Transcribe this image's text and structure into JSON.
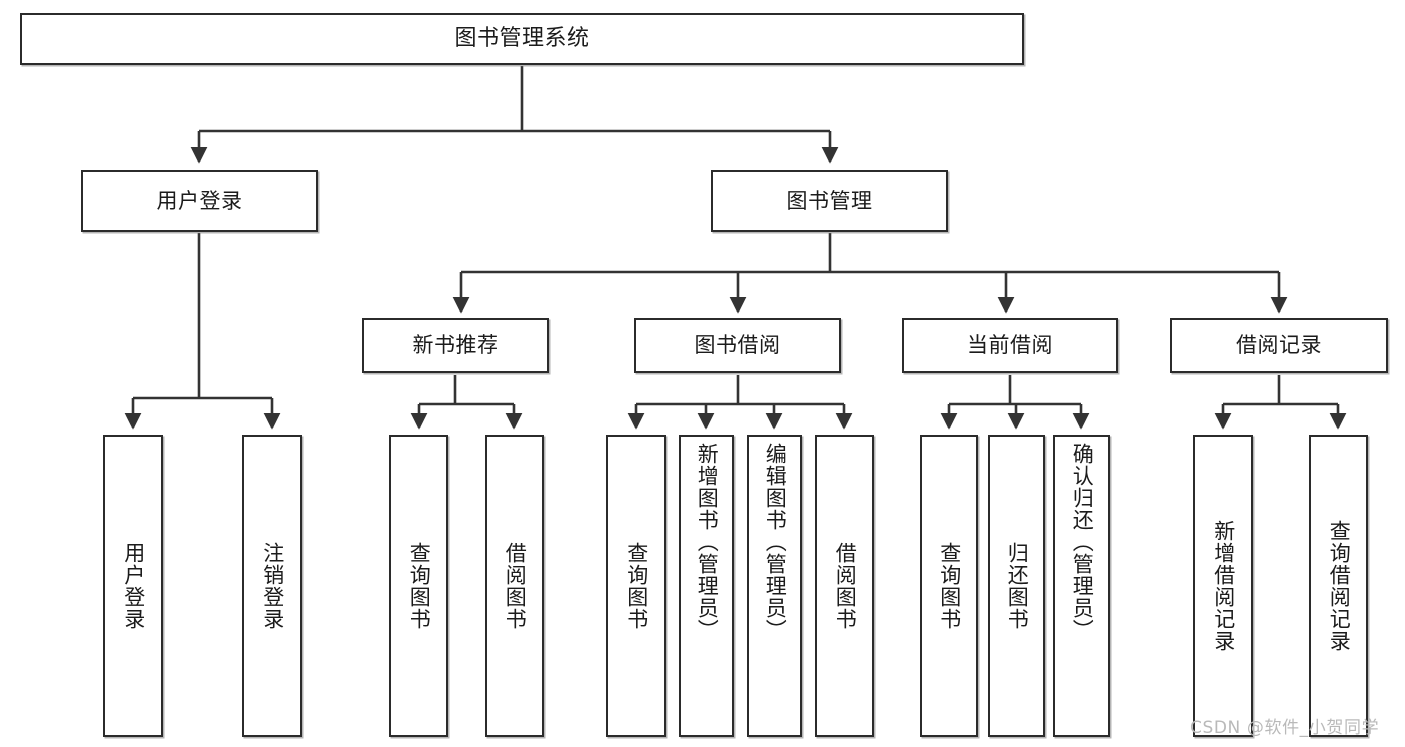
{
  "diagram": {
    "type": "tree-hierarchy-chart",
    "title": "图书管理系统",
    "orientation": "top-down",
    "colors": {
      "node_border": "#2b2b2b",
      "node_fill": "#ffffff",
      "edge": "#333333",
      "text": "#1b1b1b",
      "watermark": "#b9b9b9",
      "background": "#ffffff"
    }
  },
  "nodes": {
    "root": {
      "label": "图书管理系统",
      "level": 1
    },
    "level2": [
      {
        "id": "user-login",
        "label": "用户登录"
      },
      {
        "id": "book-manage",
        "label": "图书管理"
      }
    ],
    "level3": [
      {
        "id": "new-book-recommend",
        "label": "新书推荐"
      },
      {
        "id": "book-borrow",
        "label": "图书借阅"
      },
      {
        "id": "current-borrow",
        "label": "当前借阅"
      },
      {
        "id": "borrow-record",
        "label": "借阅记录"
      }
    ],
    "leaves": [
      {
        "id": "leaf-user-login",
        "label": "用户登录",
        "parent": "user-login"
      },
      {
        "id": "leaf-logout-login",
        "label": "注销登录",
        "parent": "user-login"
      },
      {
        "id": "leaf-query-book-1",
        "label": "查询图书",
        "parent": "new-book-recommend"
      },
      {
        "id": "leaf-borrow-book-1",
        "label": "借阅图书",
        "parent": "new-book-recommend"
      },
      {
        "id": "leaf-query-book-2",
        "label": "查询图书",
        "parent": "book-borrow"
      },
      {
        "id": "leaf-add-book",
        "label": "新增图书（管理员）",
        "parent": "book-borrow"
      },
      {
        "id": "leaf-edit-book",
        "label": "编辑图书（管理员）",
        "parent": "book-borrow"
      },
      {
        "id": "leaf-borrow-book-2",
        "label": "借阅图书",
        "parent": "book-borrow"
      },
      {
        "id": "leaf-query-book-3",
        "label": "查询图书",
        "parent": "current-borrow"
      },
      {
        "id": "leaf-return-book",
        "label": "归还图书",
        "parent": "current-borrow"
      },
      {
        "id": "leaf-confirm-return",
        "label": "确认归还（管理员）",
        "parent": "current-borrow"
      },
      {
        "id": "leaf-add-record",
        "label": "新增借阅记录",
        "parent": "borrow-record"
      },
      {
        "id": "leaf-query-record",
        "label": "查询借阅记录",
        "parent": "borrow-record"
      }
    ]
  },
  "watermark": {
    "text": "CSDN @软件_小贺同学"
  }
}
